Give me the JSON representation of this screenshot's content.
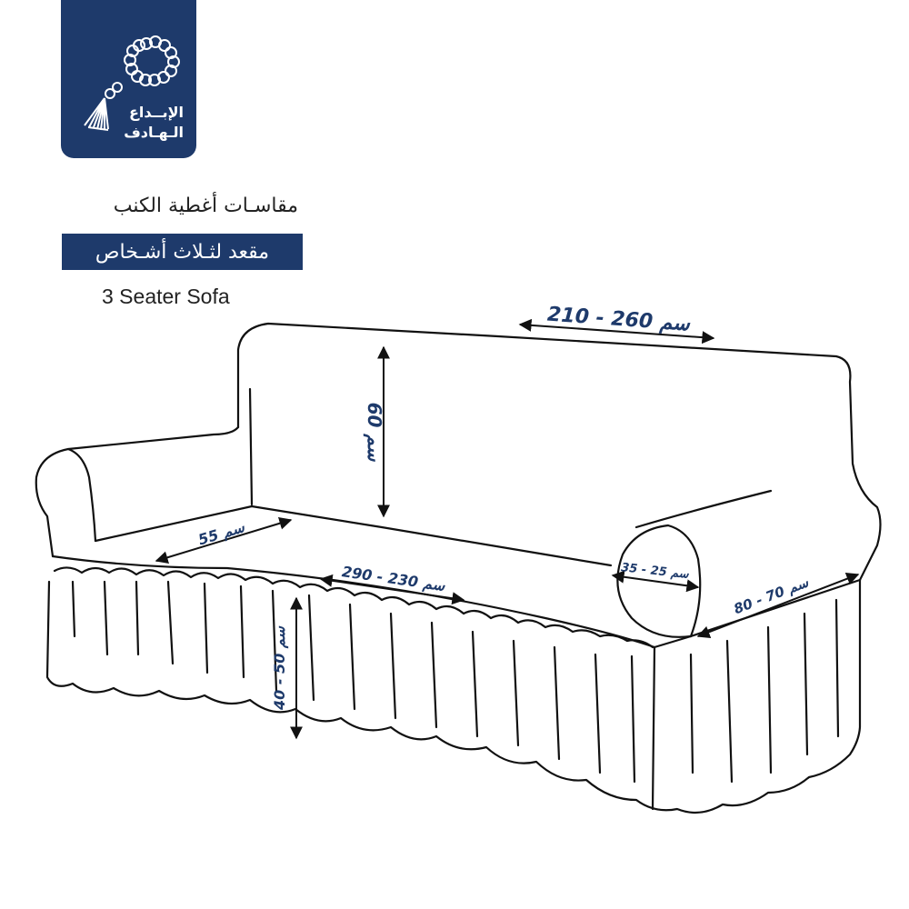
{
  "logo": {
    "line1": "الإبــداع",
    "line2": "الـهـادف",
    "color": "#1e3a6b"
  },
  "header": {
    "title_ar": "مقاسـات أغطية الكنب",
    "subtitle_ar": "مقعد لثـلاث أشـخاص",
    "title_en": "3 Seater Sofa"
  },
  "dimensions": {
    "back_width": "210 - 260 سم",
    "back_height": "60 سم",
    "seat_depth": "55 سم",
    "seat_width": "290 - 230 سم",
    "arm_circumference": "35 - 25 سم",
    "arm_length": "80 - 70 سم",
    "skirt_height": "40 - 50 سم"
  },
  "colors": {
    "brand": "#1e3a6b",
    "outline": "#111111"
  }
}
